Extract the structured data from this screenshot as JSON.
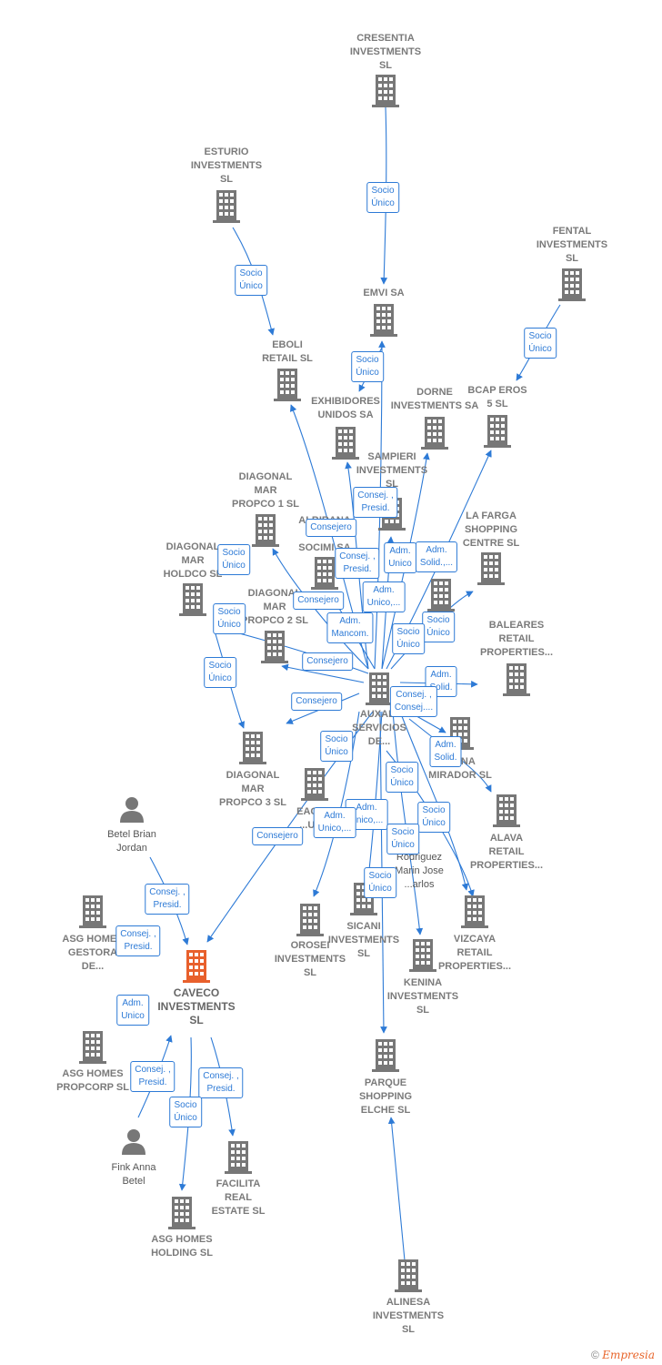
{
  "colors": {
    "edge": "#2d7ad6",
    "building": "#777777",
    "main_building": "#e8602c",
    "person": "#777777",
    "label": "#7a7a7a"
  },
  "nodes": [
    {
      "id": "cresentia",
      "label": "CRESENTIA\nINVESTMENTS\nSL",
      "type": "company"
    },
    {
      "id": "esturio",
      "label": "ESTURIO\nINVESTMENTS\nSL",
      "type": "company"
    },
    {
      "id": "fental",
      "label": "FENTAL\nINVESTMENTS\nSL",
      "type": "company"
    },
    {
      "id": "emvi",
      "label": "EMVI SA",
      "type": "company"
    },
    {
      "id": "eboli",
      "label": "EBOLI\nRETAIL  SL",
      "type": "company"
    },
    {
      "id": "exhibidores",
      "label": "EXHIBIDORES\nUNIDOS SA",
      "type": "company"
    },
    {
      "id": "dorne",
      "label": "DORNE\nINVESTMENTS SA",
      "type": "company"
    },
    {
      "id": "bcap",
      "label": "BCAP EROS\n5  SL",
      "type": "company"
    },
    {
      "id": "sampieri",
      "label": "SAMPIERI\nINVESTMENTS\nSL",
      "type": "company"
    },
    {
      "id": "diag1",
      "label": "DIAGONAL\nMAR\nPROPCO 1  SL",
      "type": "company"
    },
    {
      "id": "albirana",
      "label": "ALBIRANA\nPR...\nSOCIMI SA",
      "type": "company"
    },
    {
      "id": "lafarga",
      "label": "LA FARGA\nSHOPPING\nCENTRE SL",
      "type": "company"
    },
    {
      "id": "diagholdco",
      "label": "DIAGONAL\nMAR\nHOLDCO  SL",
      "type": "company"
    },
    {
      "id": "diag2",
      "label": "DIAGONAL\nMAR\nPROPCO 2  SL",
      "type": "company"
    },
    {
      "id": "ng",
      "label": "...NG",
      "type": "company"
    },
    {
      "id": "baleares",
      "label": "BALEARES\nRETAIL\nPROPERTIES...",
      "type": "company"
    },
    {
      "id": "auxadi",
      "label": "AUXADI\nSERVICIOS\nDE...",
      "type": "company"
    },
    {
      "id": "mirador",
      "label": "...ONA\nMIRADOR SL",
      "type": "company"
    },
    {
      "id": "diag3",
      "label": "DIAGONAL\nMAR\nPROPCO 3  SL",
      "type": "company"
    },
    {
      "id": "eagle",
      "label": "EAGL...\n...UE...",
      "type": "company"
    },
    {
      "id": "alava",
      "label": "ALAVA\nRETAIL\nPROPERTIES...",
      "type": "company"
    },
    {
      "id": "betel",
      "label": "Betel Brian\nJordan",
      "type": "person"
    },
    {
      "id": "rodriguez",
      "label": "Rodriguez\nMarin Jose\n...arlos",
      "type": "person"
    },
    {
      "id": "asggest",
      "label": "ASG HOMES\nGESTORA\nDE...",
      "type": "company"
    },
    {
      "id": "sicani",
      "label": "SICANI\nINVESTMENTS\nSL",
      "type": "company"
    },
    {
      "id": "orosei",
      "label": "OROSEI\nINVESTMENTS\nSL",
      "type": "company"
    },
    {
      "id": "vizcaya",
      "label": "VIZCAYA\nRETAIL\nPROPERTIES...",
      "type": "company"
    },
    {
      "id": "kenina",
      "label": "KENINA\nINVESTMENTS\nSL",
      "type": "company"
    },
    {
      "id": "caveco",
      "label": "CAVECO\nINVESTMENTS\nSL",
      "type": "main"
    },
    {
      "id": "asgpropcorp",
      "label": "ASG HOMES\nPROPCORP  SL",
      "type": "company"
    },
    {
      "id": "parque",
      "label": "PARQUE\nSHOPPING\nELCHE SL",
      "type": "company"
    },
    {
      "id": "fink",
      "label": "Fink Anna\nBetel",
      "type": "person"
    },
    {
      "id": "facilita",
      "label": "FACILITA\nREAL\nESTATE  SL",
      "type": "company"
    },
    {
      "id": "asgholding",
      "label": "ASG HOMES\nHOLDING  SL",
      "type": "company"
    },
    {
      "id": "alinesa",
      "label": "ALINESA\nINVESTMENTS\nSL",
      "type": "company"
    }
  ],
  "edge_labels": [
    {
      "id": "e1",
      "text": "Socio\nÚnico"
    },
    {
      "id": "e2",
      "text": "Socio\nÚnico"
    },
    {
      "id": "e3",
      "text": "Socio\nÚnico"
    },
    {
      "id": "e4",
      "text": "Socio\nÚnico"
    },
    {
      "id": "e5",
      "text": "Consej. ,\nPresid."
    },
    {
      "id": "e6",
      "text": "Consejero"
    },
    {
      "id": "e7",
      "text": "Socio\nÚnico"
    },
    {
      "id": "e8",
      "text": "Consej. ,\nPresid."
    },
    {
      "id": "e9",
      "text": "Adm.\nUnico"
    },
    {
      "id": "e10",
      "text": "Adm.\nSolid.,..."
    },
    {
      "id": "e11",
      "text": "Consejero"
    },
    {
      "id": "e12",
      "text": "Adm.\nUnico,..."
    },
    {
      "id": "e13",
      "text": "Socio\nÚnico"
    },
    {
      "id": "e14",
      "text": "Socio\nÚnico"
    },
    {
      "id": "e15",
      "text": "Adm.\nMancom."
    },
    {
      "id": "e16",
      "text": "Socio\nÚnico"
    },
    {
      "id": "e17",
      "text": "Consejero"
    },
    {
      "id": "e18",
      "text": "Socio\nÚnico"
    },
    {
      "id": "e19",
      "text": "Consejero"
    },
    {
      "id": "e20",
      "text": "Adm.\nSolid."
    },
    {
      "id": "e21",
      "text": "Consej. ,\nConsej...."
    },
    {
      "id": "e22",
      "text": "Socio\nÚnico"
    },
    {
      "id": "e23",
      "text": "Adm.\nSolid."
    },
    {
      "id": "e24",
      "text": "Socio\nÚnico"
    },
    {
      "id": "e25",
      "text": "Adm.\nUnico,..."
    },
    {
      "id": "e26",
      "text": "Adm.\nUnico,..."
    },
    {
      "id": "e27",
      "text": "Socio\nÚnico"
    },
    {
      "id": "e28",
      "text": "Socio\nÚnico"
    },
    {
      "id": "e29",
      "text": "Consejero"
    },
    {
      "id": "e30",
      "text": "Socio\nÚnico"
    },
    {
      "id": "e31",
      "text": "Consej. ,\nPresid."
    },
    {
      "id": "e32",
      "text": "Consej. ,\nPresid."
    },
    {
      "id": "e33",
      "text": "Adm.\nUnico"
    },
    {
      "id": "e34",
      "text": "Consej. ,\nPresid."
    },
    {
      "id": "e35",
      "text": "Consej. ,\nPresid."
    },
    {
      "id": "e36",
      "text": "Socio\nÚnico"
    }
  ],
  "footer": {
    "copyright": "©",
    "brand": "Empresia"
  }
}
